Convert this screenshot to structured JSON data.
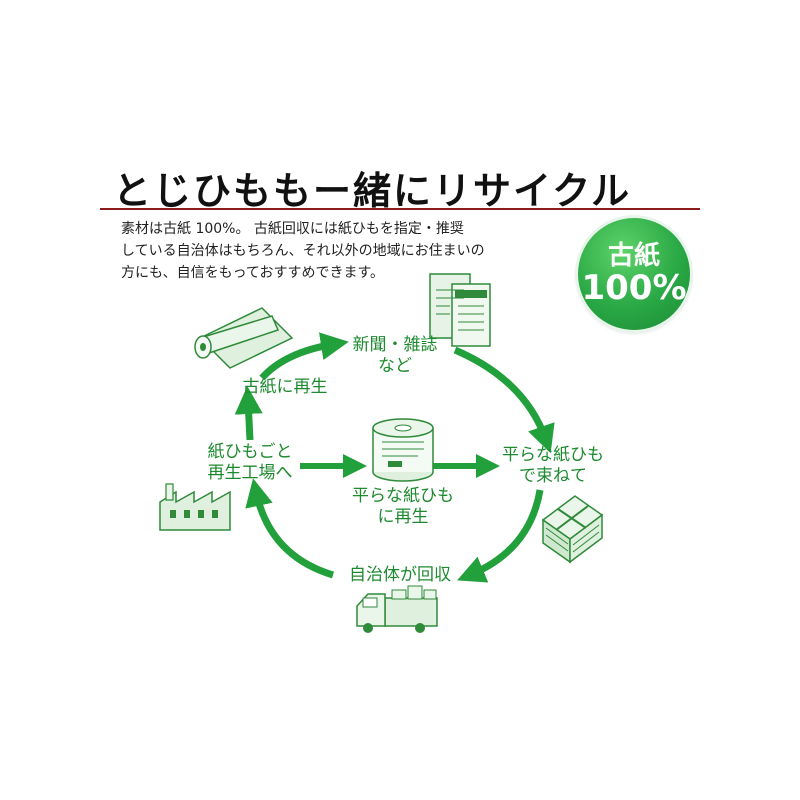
{
  "title": "とじひももー緒にリサイクル",
  "description": {
    "line1": "素材は古紙 100%。 古紙回収には紙ひもを指定・推奨",
    "line2": "している自治体はもちろん、それ以外の地域にお住まいの",
    "line3": "方にも、自信をもっておすすめできます。"
  },
  "badge": {
    "line1": "古紙",
    "line2": "100%"
  },
  "steps": {
    "newspapers": {
      "line1": "新聞・雑誌",
      "line2": "など"
    },
    "bundle": {
      "line1": "平らな紙ひも",
      "line2": "で束ねて"
    },
    "collection": {
      "label": "自治体が回収"
    },
    "factory": {
      "line1": "紙ひもごと",
      "line2": "再生工場へ"
    },
    "recycled_paper": {
      "label": "古紙に再生"
    },
    "center": {
      "line1": "平らな紙ひも",
      "line2": "に再生"
    }
  },
  "colors": {
    "accent": "#22a03c",
    "title_rule": "#8b1c1c",
    "icon_fill": "#dff0df",
    "icon_stroke": "#2f8a3a"
  },
  "icons": [
    "paper-roll-icon",
    "newspaper-icon",
    "paper-bundle-icon",
    "truck-icon",
    "factory-icon",
    "string-roll-icon"
  ]
}
